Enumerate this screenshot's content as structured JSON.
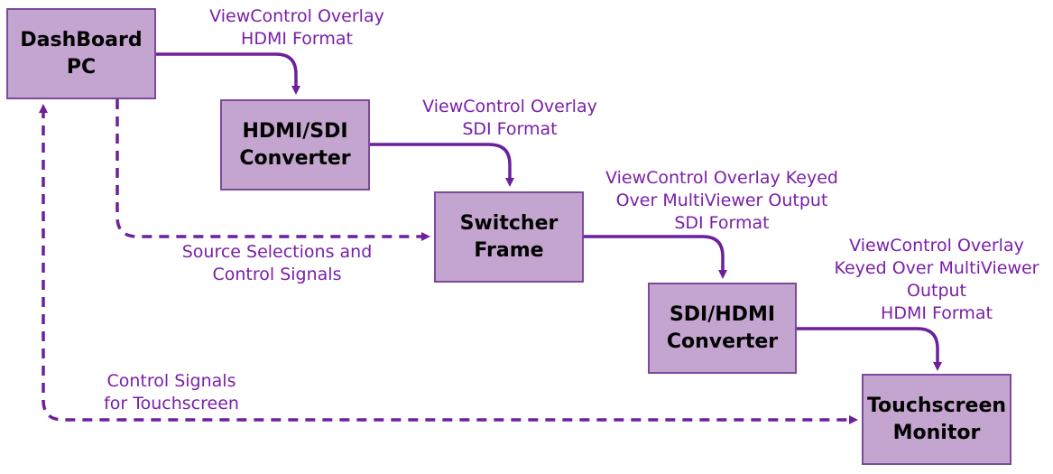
{
  "colors": {
    "box_fill": "#c4a5d0",
    "box_border": "#7c4a9a",
    "arrow": "#6d1f9c",
    "label_text": "#7a1fa8"
  },
  "boxes": {
    "dashboard_pc": "DashBoard\nPC",
    "hdmi_sdi_converter": "HDMI/SDI\nConverter",
    "switcher_frame": "Switcher\nFrame",
    "sdi_hdmi_converter": "SDI/HDMI\nConverter",
    "touchscreen_monitor": "Touchscreen\nMonitor"
  },
  "labels": {
    "overlay_hdmi": "ViewControl Overlay\nHDMI Format",
    "overlay_sdi": "ViewControl Overlay\nSDI Format",
    "overlay_keyed_sdi": "ViewControl Overlay Keyed\nOver MultiViewer Output\nSDI Format",
    "overlay_keyed_hdmi": "ViewControl Overlay\nKeyed Over MultiViewer\nOutput\nHDMI Format",
    "source_selections": "Source Selections and\nControl Signals",
    "touch_control": "Control Signals\nfor Touchscreen"
  }
}
